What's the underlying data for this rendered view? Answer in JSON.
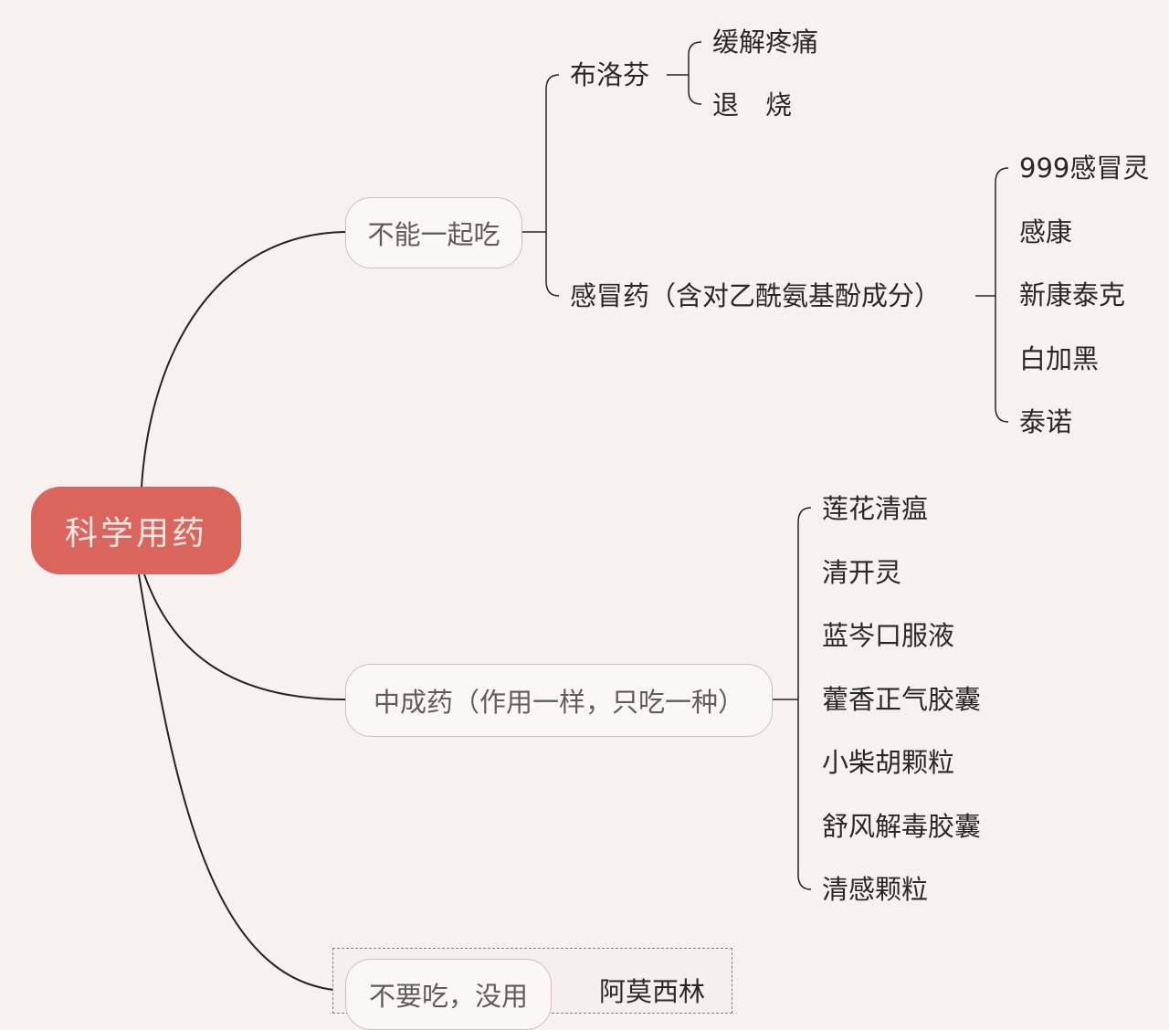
{
  "root": {
    "label": "科学用药"
  },
  "branches": [
    {
      "label": "不能一起吃",
      "children": [
        {
          "label": "布洛芬",
          "children": [
            "缓解疼痛",
            "退　烧"
          ]
        },
        {
          "label": "感冒药（含对乙酰氨基酚成分）",
          "children": [
            "999感冒灵",
            "感康",
            "新康泰克",
            "白加黑",
            "泰诺"
          ]
        }
      ]
    },
    {
      "label": "中成药（作用一样，只吃一种）",
      "children": [
        "莲花清瘟",
        "清开灵",
        "蓝岑口服液",
        "藿香正气胶囊",
        "小柴胡颗粒",
        "舒风解毒胶囊",
        "清感颗粒"
      ]
    },
    {
      "label": "不要吃，没用",
      "children": [
        "阿莫西林"
      ]
    }
  ],
  "colors": {
    "root_fill": "#d9655c",
    "line": "#2a2222",
    "background": "#f8f1f1"
  }
}
